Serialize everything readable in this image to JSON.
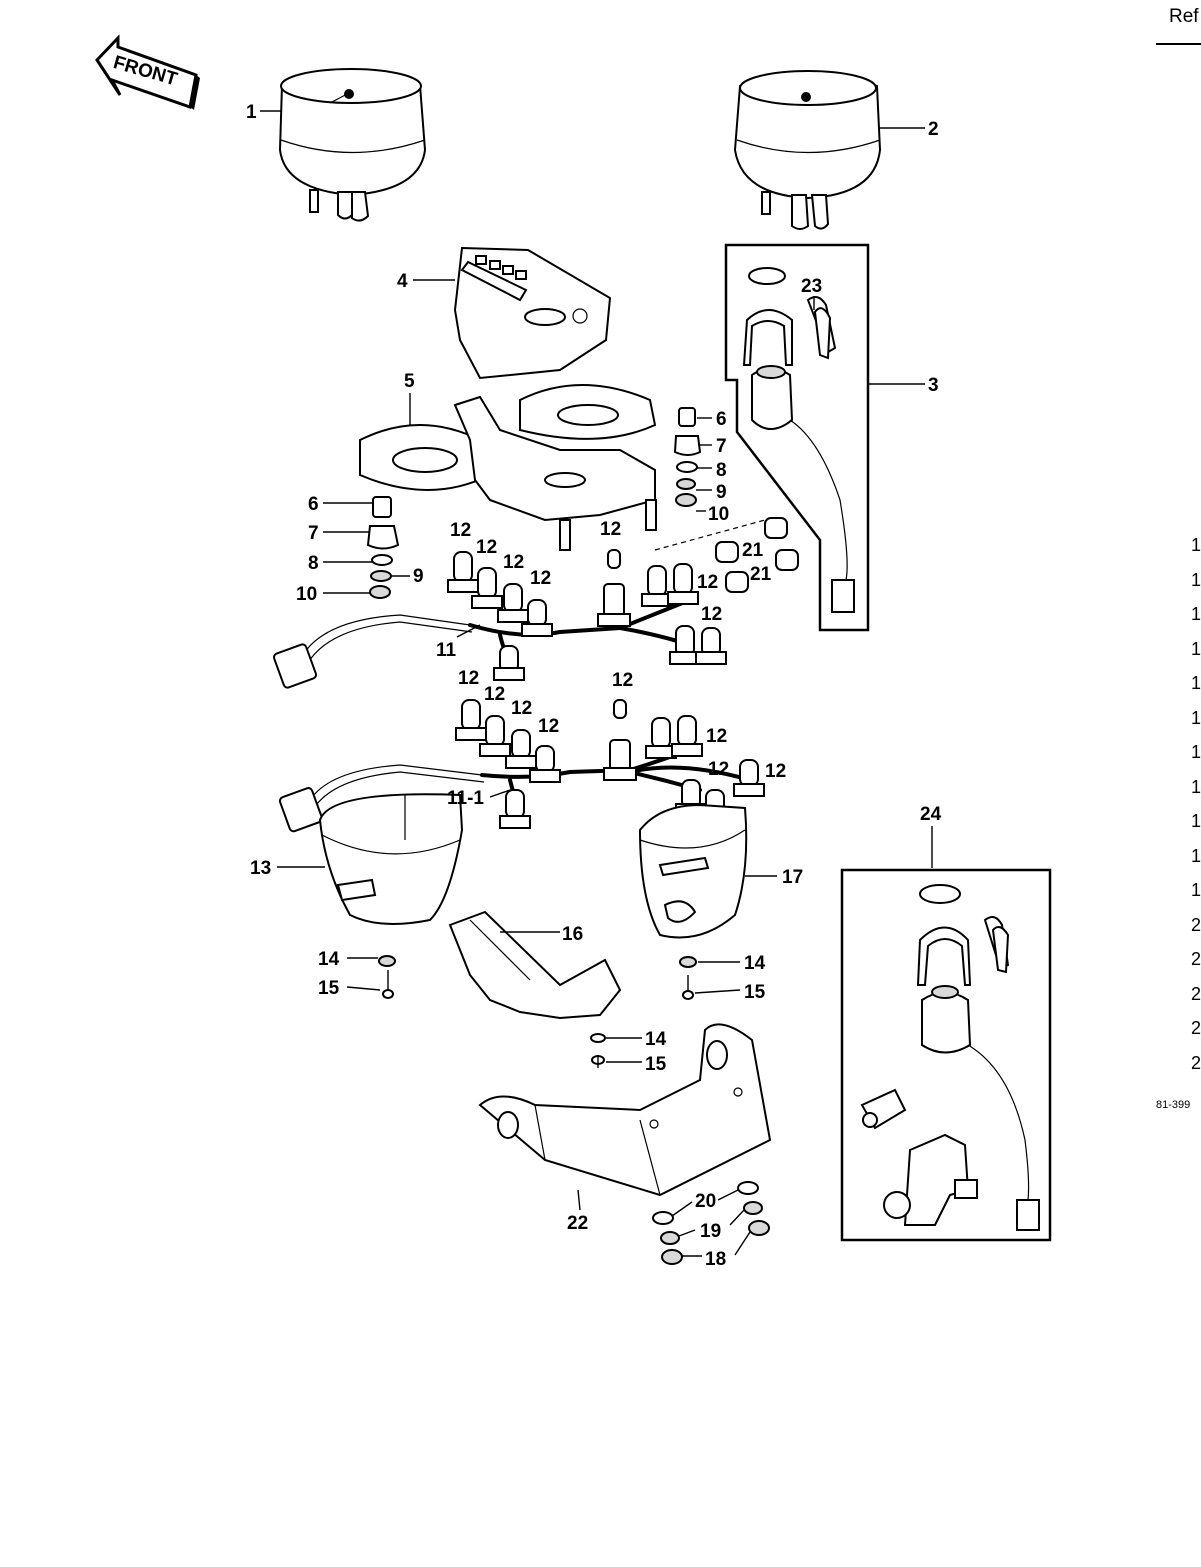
{
  "header": {
    "ref_label": "Ref"
  },
  "front_arrow": {
    "label": "FRONT"
  },
  "callouts": {
    "c1": "1",
    "c2": "2",
    "c3": "3",
    "c4": "4",
    "c5": "5",
    "c6": "6",
    "c7": "7",
    "c8": "8",
    "c9": "9",
    "c10": "10",
    "c11": "11",
    "c11_1": "11-1",
    "c12": "12",
    "c13": "13",
    "c14": "14",
    "c15": "15",
    "c16": "16",
    "c17": "17",
    "c18": "18",
    "c19": "19",
    "c20": "20",
    "c21": "21",
    "c22": "22",
    "c23": "23",
    "c24": "24"
  },
  "side_column": [
    "1",
    "1",
    "1",
    "1",
    "1",
    "1",
    "1",
    "1",
    "1",
    "1",
    "1",
    "2",
    "2",
    "2",
    "2",
    "2"
  ],
  "ref_code": "81-399"
}
